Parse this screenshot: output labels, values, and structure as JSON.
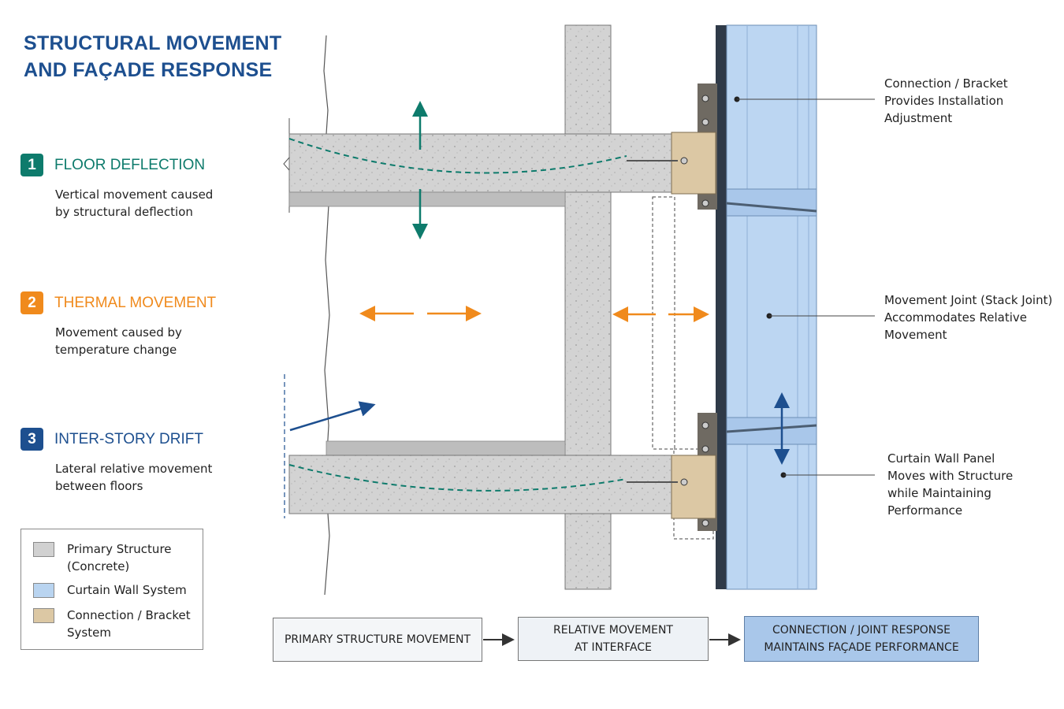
{
  "title": {
    "line1": "STRUCTURAL MOVEMENT",
    "line2": "AND FAÇADE RESPONSE"
  },
  "colors": {
    "title": "#1d4f8f",
    "teal": "#0e7b6c",
    "orange": "#f08a1c",
    "blue": "#1d4f8f",
    "concrete": "#d1d1d1",
    "glass": "#b9d4f0",
    "bracket": "#dcc8a4"
  },
  "items": [
    {
      "number": "1",
      "title": "FLOOR DEFLECTION",
      "desc1": "Vertical movement caused",
      "desc2": "by structural deflection",
      "color": "#0e7b6c"
    },
    {
      "number": "2",
      "title": "THERMAL MOVEMENT",
      "desc1": "Movement caused by",
      "desc2": "temperature change",
      "color": "#f08a1c"
    },
    {
      "number": "3",
      "title": "INTER-STORY DRIFT",
      "desc1": "Lateral relative movement",
      "desc2": "between floors",
      "color": "#1d4f8f"
    }
  ],
  "legend": [
    {
      "label1": "Primary Structure",
      "label2": "(Concrete)",
      "color": "#d1d1d1"
    },
    {
      "label1": "Curtain Wall System",
      "label2": "",
      "color": "#b9d4f0"
    },
    {
      "label1": "Connection / Bracket",
      "label2": "System",
      "color": "#dcc8a4"
    }
  ],
  "callouts": [
    {
      "l1": "Connection / Bracket",
      "l2": "Provides Installation",
      "l3": "Adjustment"
    },
    {
      "l1": "Movement Joint (Stack Joint)",
      "l2": "Accommodates Relative",
      "l3": "Movement"
    },
    {
      "l1": "Curtain Wall Panel",
      "l2": "Moves with Structure",
      "l3": "while Maintaining",
      "l4": "Performance"
    }
  ],
  "flow": [
    {
      "l1": "PRIMARY STRUCTURE MOVEMENT",
      "l2": ""
    },
    {
      "l1": "RELATIVE MOVEMENT",
      "l2": "AT INTERFACE"
    },
    {
      "l1": "CONNECTION / JOINT RESPONSE",
      "l2": "MAINTAINS FAÇADE PERFORMANCE"
    }
  ]
}
